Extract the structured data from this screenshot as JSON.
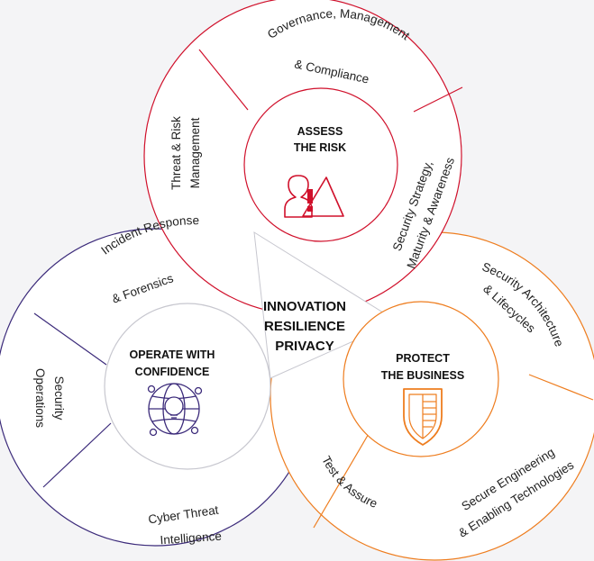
{
  "colors": {
    "assess": "#d0102b",
    "operate": "#3b2a7a",
    "protect": "#ee7d1f",
    "divider": "#c7c7cf",
    "background": "#f4f4f6"
  },
  "center": {
    "line1": "INNOVATION",
    "line2": "RESILIENCE",
    "line3": "PRIVACY"
  },
  "assess": {
    "hub_line1": "ASSESS",
    "hub_line2": "THE RISK",
    "icon": "user-alert-icon",
    "segments": {
      "governance_line1": "Governance, Management",
      "governance_line2": "& Compliance",
      "threat_line1": "Threat & Risk",
      "threat_line2": "Management",
      "strategy_line1": "Security Strategy,",
      "strategy_line2": "Maturity & Awareness"
    }
  },
  "operate": {
    "hub_line1": "OPERATE WITH",
    "hub_line2": "CONFIDENCE",
    "icon": "globe-lightbulb-icon",
    "segments": {
      "incident_line1": "Incident Response",
      "incident_line2": "& Forensics",
      "secops_line1": "Security",
      "secops_line2": "Operations",
      "cti_line1": "Cyber Threat",
      "cti_line2": "Intelligence"
    }
  },
  "protect": {
    "hub_line1": "PROTECT",
    "hub_line2": "THE BUSINESS",
    "icon": "shield-icon",
    "segments": {
      "architecture_line1": "Security Architecture",
      "architecture_line2": "& Lifecycles",
      "engineering_line1": "Secure Engineering",
      "engineering_line2": "& Enabling Technologies",
      "test_line1": "Test & Assure"
    }
  }
}
